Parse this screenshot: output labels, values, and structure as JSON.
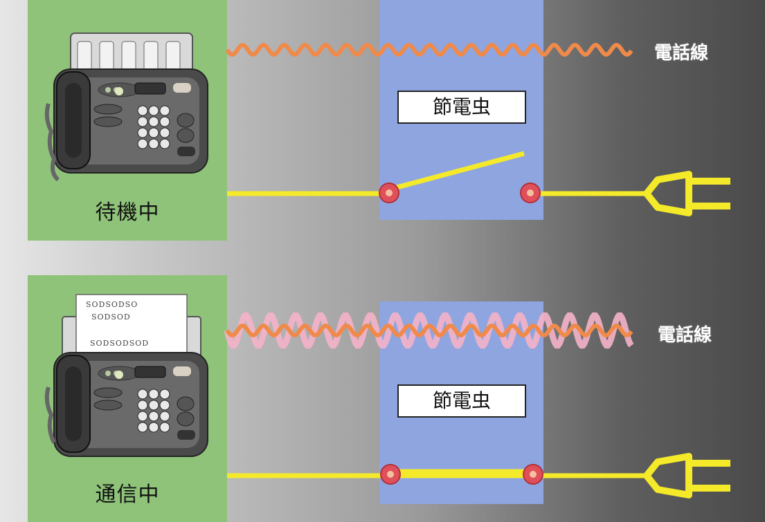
{
  "diagram": {
    "standby": {
      "state_label": "待機中",
      "device_name": "節電虫",
      "line_label": "電話線",
      "switch_state": "open"
    },
    "communicating": {
      "state_label": "通信中",
      "device_name": "節電虫",
      "line_label": "電話線",
      "switch_state": "closed",
      "paper_lines": [
        "SODSODSO",
        "SODSOD",
        "SODSODSOD"
      ]
    },
    "colors": {
      "panel": "#8fc37a",
      "device": "#8fa5e0",
      "phone_line": "#f08a4a",
      "signal": "#f4b3c8",
      "power_line": "#f5ea2a",
      "terminal": "#e0505a"
    }
  }
}
